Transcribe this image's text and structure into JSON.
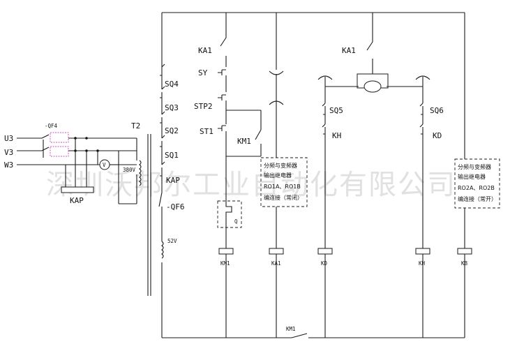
{
  "watermark": "深圳沃邦尔工业自动化有限公司",
  "supply": {
    "phases": [
      "U3",
      "V3",
      "W3"
    ],
    "breaker": "-QF4",
    "relay": "KAP",
    "meter": "V",
    "voltage_in": "380V"
  },
  "transformer": {
    "label": "T2",
    "voltage_out": "52V"
  },
  "chain": {
    "items": [
      "SQ4",
      "SQ3",
      "SQ2",
      "SQ1",
      "KAP",
      "-QF6"
    ]
  },
  "branch1": {
    "relay_contact": "KA1",
    "sy": "SY",
    "stp": "STP2",
    "st": "ST1",
    "km_hold": "KM1",
    "overload": "Q",
    "coil": "KM1"
  },
  "branch2": {
    "note": [
      "分频与变频器",
      "输出继电器",
      "RO1A、RO1B",
      "编连接（常闭）"
    ],
    "coil": "KA1"
  },
  "branch3": {
    "relay_contact": "KA1",
    "limit_left": "SQ5",
    "limit_right": "SQ6",
    "interlock_left": "KH",
    "interlock_right": "KD",
    "coil_left": "KD",
    "coil_right": "KH"
  },
  "branch4": {
    "note": [
      "分频与变频器",
      "输出继电器",
      "RO2A、RO2B",
      "编连接（常开）"
    ],
    "coil": "KB"
  },
  "bottom_contact": "KM1"
}
